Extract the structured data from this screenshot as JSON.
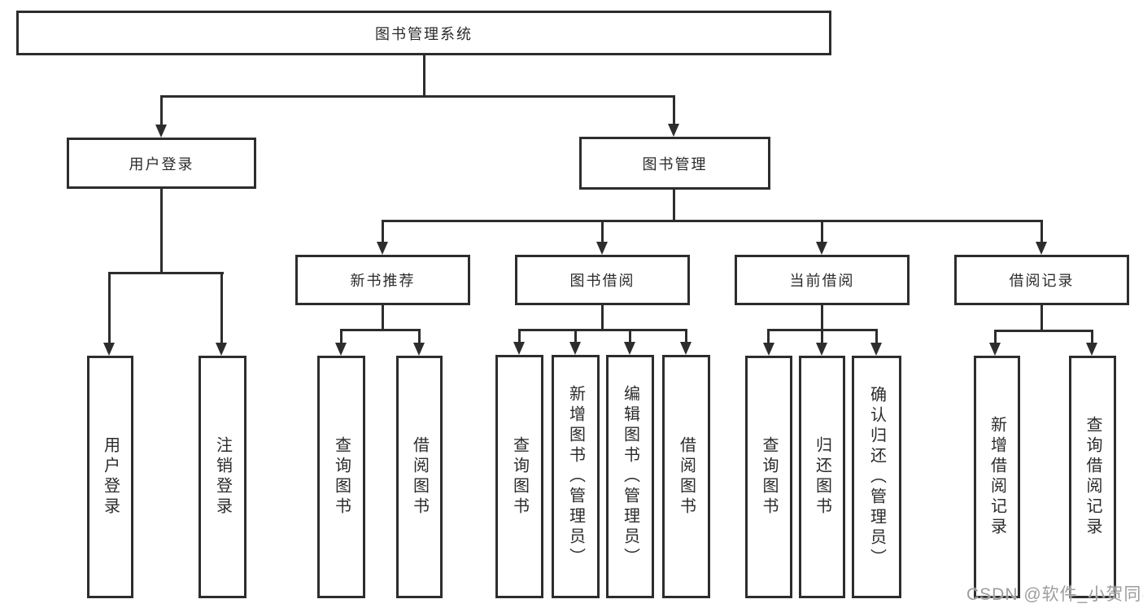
{
  "diagram": {
    "type": "hierarchy-tree",
    "root": {
      "label": "图书管理系统"
    },
    "branches": {
      "user_login": {
        "label": "用户登录",
        "children": [
          "用户登录",
          "注销登录"
        ]
      },
      "book_management": {
        "label": "图书管理",
        "sections": {
          "new_book": {
            "label": "新书推荐",
            "children": [
              "查询图书",
              "借阅图书"
            ]
          },
          "book_borrow": {
            "label": "图书借阅",
            "children": [
              "查询图书",
              "新增图书（管理员）",
              "编辑图书（管理员）",
              "借阅图书"
            ]
          },
          "current_borrow": {
            "label": "当前借阅",
            "children": [
              "查询图书",
              "归还图书",
              "确认归还（管理员）"
            ]
          },
          "borrow_record": {
            "label": "借阅记录",
            "children": [
              "新增借阅记录",
              "查询借阅记录"
            ]
          }
        }
      }
    },
    "colors": {
      "line": "#2d2d2d",
      "box_border": "#2d2d2d",
      "box_fill": "#ffffff",
      "text": "#2b2b2b",
      "background": "#ffffff",
      "watermark": "#9d9d9d"
    }
  },
  "watermark": {
    "text": "CSDN @软件_小贺同学"
  }
}
